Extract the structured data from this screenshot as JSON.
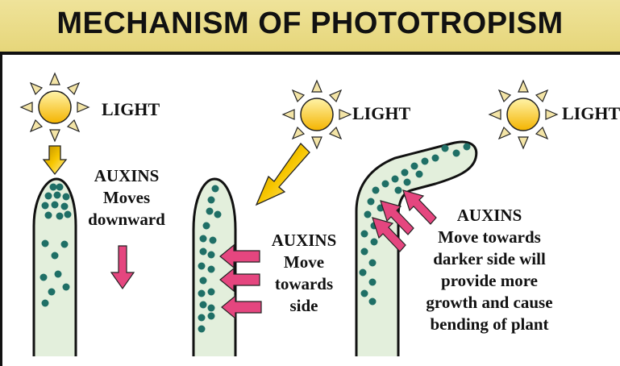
{
  "title": "MECHANISM OF PHOTOTROPISM",
  "panels": [
    {
      "light_label": "LIGHT",
      "caption_lines": [
        "AUXINS",
        "Moves",
        "downward"
      ]
    },
    {
      "light_label": "LIGHT",
      "caption_lines": [
        "AUXINS",
        "Move",
        "towards",
        "side"
      ]
    },
    {
      "light_label": "LIGHT",
      "caption_lines": [
        "AUXINS",
        "Move towards",
        "darker side will",
        "provide more",
        "growth and cause",
        "bending of plant"
      ]
    }
  ],
  "colors": {
    "title_band": "#e8d983",
    "stem_fill": "#e3efdc",
    "auxin_dot": "#1f6f66",
    "sun": "#f6c21f",
    "sun_ray": "#f2e3a0",
    "light_arrow": "#f0b800",
    "auxin_arrow": "#e5467f"
  },
  "icons": [
    "sun-icon",
    "light-arrow-icon",
    "auxin-arrow-icon"
  ]
}
